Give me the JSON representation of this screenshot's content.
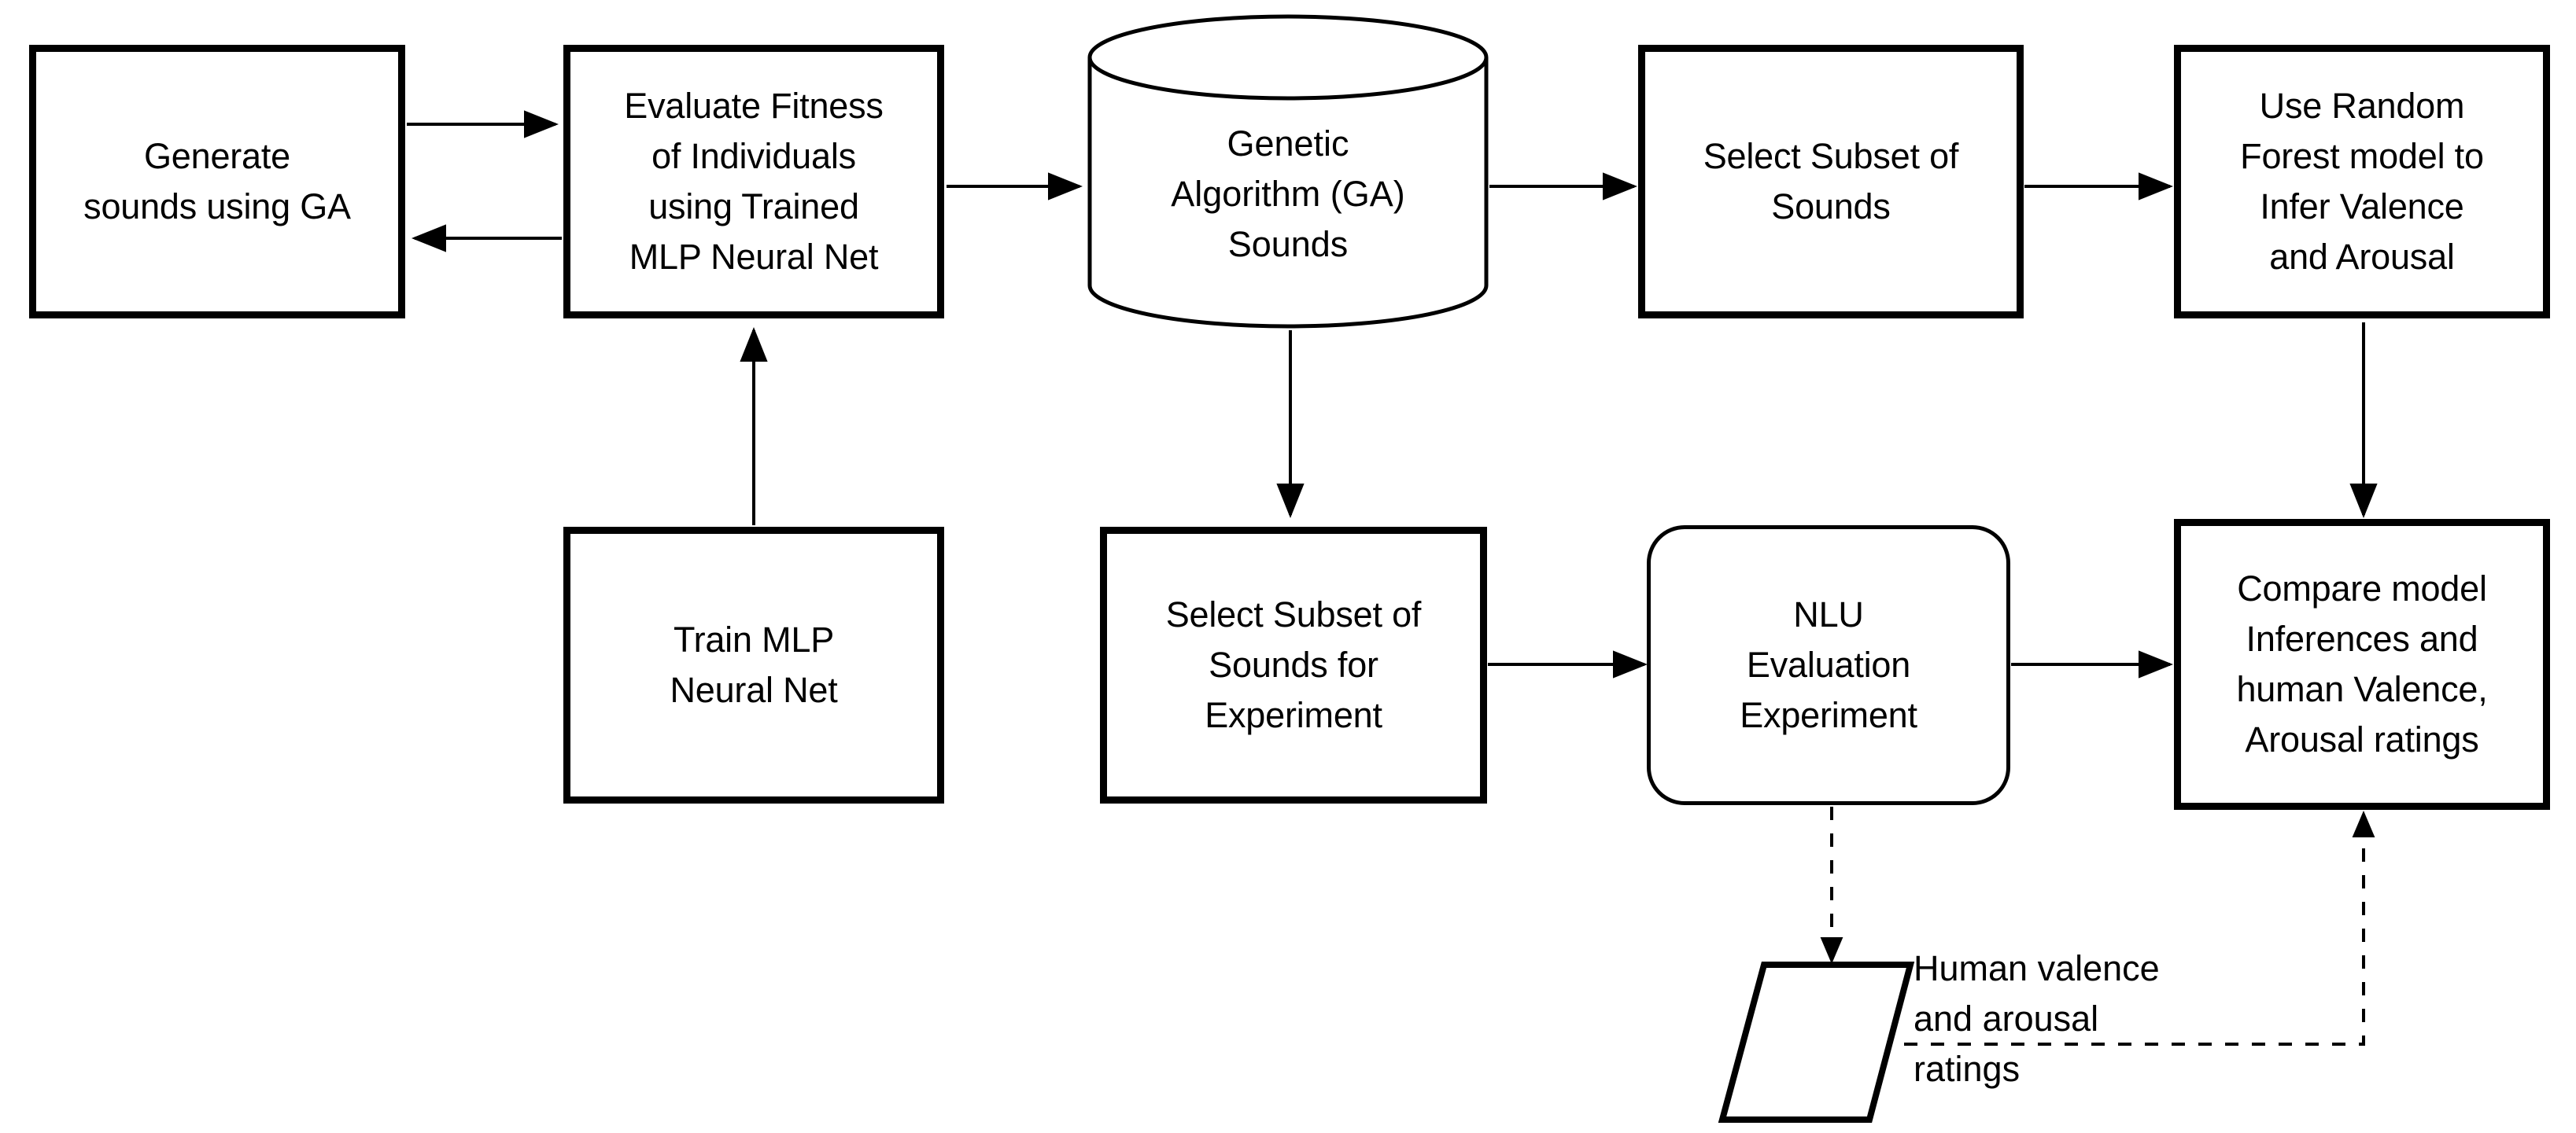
{
  "diagram": {
    "title": "Sound generation and evaluation pipeline flowchart",
    "background_color": "#ffffff",
    "stroke_color": "#000000",
    "nodes": {
      "generate_sounds": {
        "label": "Generate\nsounds using GA",
        "shape": "process"
      },
      "evaluate_fitness": {
        "label": "Evaluate Fitness\nof Individuals\nusing Trained\nMLP Neural Net",
        "shape": "process"
      },
      "ga_sounds_store": {
        "label": "Genetic\nAlgorithm (GA)\nSounds",
        "shape": "cylinder"
      },
      "select_subset_sounds": {
        "label": "Select Subset of\nSounds",
        "shape": "process"
      },
      "random_forest": {
        "label": "Use Random\nForest model to\nInfer Valence\nand Arousal",
        "shape": "process"
      },
      "train_mlp": {
        "label": "Train MLP\nNeural Net",
        "shape": "process"
      },
      "select_subset_experiment": {
        "label": "Select Subset of\nSounds for\nExperiment",
        "shape": "process"
      },
      "nlu_experiment": {
        "label": "NLU\nEvaluation\nExperiment",
        "shape": "rounded-process"
      },
      "compare_model": {
        "label": "Compare model\nInferences and\nhuman Valence,\nArousal ratings",
        "shape": "process"
      },
      "human_ratings": {
        "label": "",
        "shape": "parallelogram"
      }
    },
    "labels": {
      "human_ratings_caption": "Human valence\nand arousal\nratings"
    },
    "edges": [
      {
        "from": "generate_sounds",
        "to": "evaluate_fitness",
        "style": "solid",
        "arrow": true
      },
      {
        "from": "evaluate_fitness",
        "to": "generate_sounds",
        "style": "solid",
        "arrow": true
      },
      {
        "from": "evaluate_fitness",
        "to": "ga_sounds_store",
        "style": "solid",
        "arrow": true
      },
      {
        "from": "train_mlp",
        "to": "evaluate_fitness",
        "style": "solid",
        "arrow": true
      },
      {
        "from": "ga_sounds_store",
        "to": "select_subset_sounds",
        "style": "solid",
        "arrow": true
      },
      {
        "from": "ga_sounds_store",
        "to": "select_subset_experiment",
        "style": "solid",
        "arrow": true
      },
      {
        "from": "select_subset_sounds",
        "to": "random_forest",
        "style": "solid",
        "arrow": true
      },
      {
        "from": "random_forest",
        "to": "compare_model",
        "style": "solid",
        "arrow": true
      },
      {
        "from": "select_subset_experiment",
        "to": "nlu_experiment",
        "style": "solid",
        "arrow": true
      },
      {
        "from": "nlu_experiment",
        "to": "compare_model",
        "style": "solid",
        "arrow": true
      },
      {
        "from": "nlu_experiment",
        "to": "human_ratings",
        "style": "dashed",
        "arrow": true
      },
      {
        "from": "human_ratings",
        "to": "compare_model",
        "style": "dashed",
        "arrow": true
      }
    ]
  }
}
